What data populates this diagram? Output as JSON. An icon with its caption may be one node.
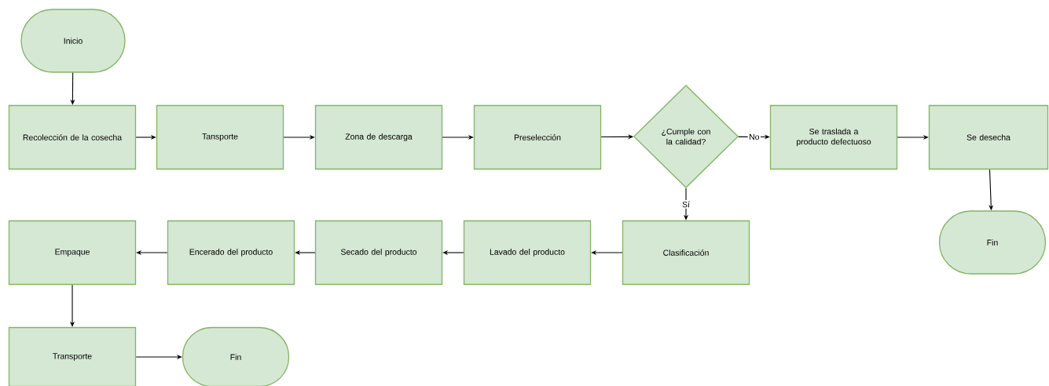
{
  "diagram": {
    "nodes": [
      {
        "text": [
          "Inicio"
        ]
      },
      {
        "text": [
          "Recolección de la cosecha"
        ]
      },
      {
        "text": [
          "Tansporte"
        ]
      },
      {
        "text": [
          "Zona de descarga"
        ]
      },
      {
        "text": [
          "Preselección"
        ]
      },
      {
        "text": [
          "¿Cumple con la calidad?"
        ]
      },
      {
        "text": [
          "Se traslada a producto defectuoso"
        ]
      },
      {
        "text": [
          "Se desecha"
        ]
      },
      {
        "text": [
          "Fin"
        ]
      },
      {
        "text": [
          "Clasificación"
        ]
      },
      {
        "text": [
          "Lavado del producto"
        ]
      },
      {
        "text": [
          "Secado del producto"
        ]
      },
      {
        "text": [
          "Encerado del producto"
        ]
      },
      {
        "text": [
          "Empaque"
        ]
      },
      {
        "text": [
          "Transporte"
        ]
      },
      {
        "text": [
          "Fin"
        ]
      }
    ],
    "edges": [
      {
        "from": 0,
        "to": 1,
        "arrow": "to"
      },
      {
        "from": 1,
        "to": 2,
        "arrow": "to"
      },
      {
        "from": 2,
        "to": 3,
        "arrow": "to"
      },
      {
        "from": 3,
        "to": 4,
        "arrow": "to"
      },
      {
        "from": 4,
        "to": 5,
        "arrow": "to"
      },
      {
        "from": 5,
        "to": 6,
        "arrow": "to",
        "label": "No"
      },
      {
        "from": 6,
        "to": 7,
        "arrow": "to"
      },
      {
        "from": 7,
        "to": 8,
        "arrow": "to"
      },
      {
        "from": 5,
        "to": 9,
        "arrow": "to",
        "label": "Sí"
      },
      {
        "from": 9,
        "to": 10,
        "arrow": "to"
      },
      {
        "from": 10,
        "to": 11,
        "arrow": "to"
      },
      {
        "from": 11,
        "to": 12,
        "arrow": "to"
      },
      {
        "from": 12,
        "to": 13,
        "arrow": "to"
      },
      {
        "from": 13,
        "to": 14,
        "arrow": "to"
      },
      {
        "from": 14,
        "to": 15,
        "arrow": "to"
      }
    ]
  }
}
